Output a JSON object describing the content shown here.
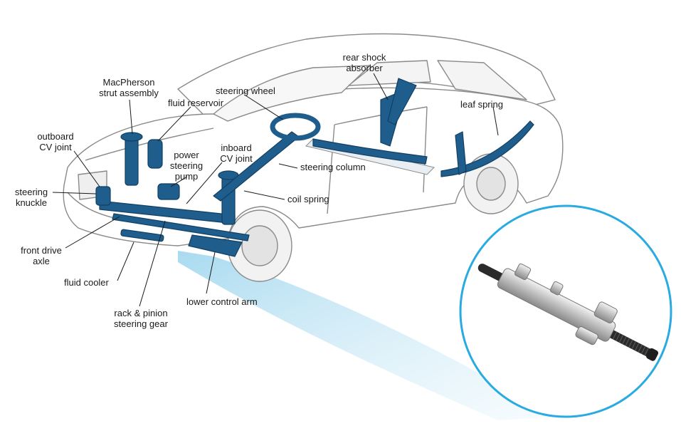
{
  "labels": {
    "macpherson": "MacPherson\nstrut assembly",
    "fluid_reservoir": "fluid reservoir",
    "steering_wheel": "steering wheel",
    "rear_shock": "rear shock\nabsorber",
    "leaf_spring": "leaf spring",
    "outboard_cv": "outboard\nCV joint",
    "power_steering": "power\nsteering\npump",
    "inboard_cv": "inboard\nCV joint",
    "steering_column": "steering column",
    "steering_knuckle": "steering\nknuckle",
    "coil_spring": "coil spring",
    "front_drive_axle": "front drive\naxle",
    "fluid_cooler": "fluid cooler",
    "rack_pinion": "rack & pinion\nsteering gear",
    "lower_control_arm": "lower control arm"
  },
  "colors": {
    "component_blue": "#1f5e8c",
    "component_dark": "#123f63",
    "car_outline": "#8a8a8a",
    "leader_line": "#1a1a1a",
    "circle_ring": "#29abe2",
    "beam": "#bfe3f3",
    "rack_dark": "#2b2b2b",
    "rack_silver": "#c9c9c9"
  }
}
